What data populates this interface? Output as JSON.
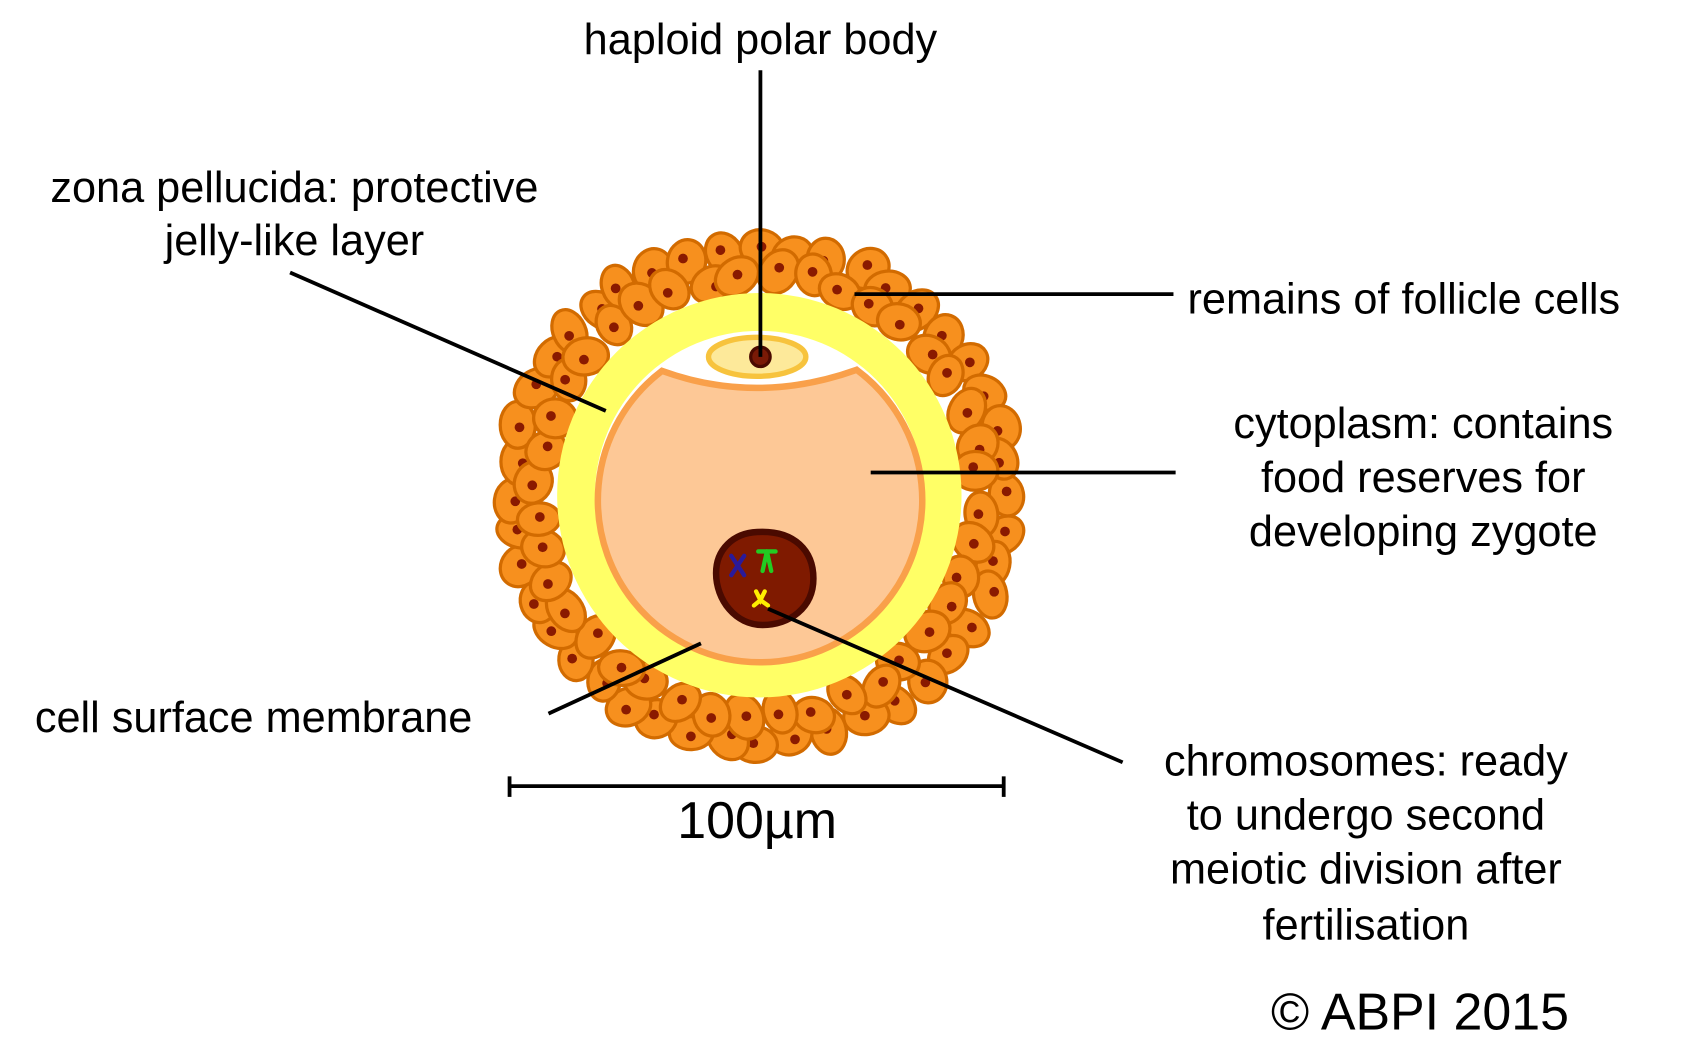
{
  "labels": {
    "polar_body": "haploid polar body",
    "zona_line1": "zona pellucida: protective",
    "zona_line2": "jelly-like layer",
    "follicle": "remains of follicle cells",
    "cytoplasm_line1": "cytoplasm: contains",
    "cytoplasm_line2": "food reserves for",
    "cytoplasm_line3": "developing zygote",
    "membrane": "cell surface membrane",
    "chromosomes_line1": "chromosomes: ready",
    "chromosomes_line2": "to undergo second",
    "chromosomes_line3": "meiotic division after",
    "chromosomes_line4": "fertilisation"
  },
  "scale_bar": {
    "label": "100µm"
  },
  "copyright": "© ABPI 2015",
  "colors": {
    "follicle_fill": "#f7901e",
    "follicle_stroke": "#d26b00",
    "follicle_nucleus": "#8a1a00",
    "zona": "#ffff66",
    "cytoplasm": "#fdc896",
    "membrane": "#f9a04a",
    "polar_body_fill": "#fde99a",
    "polar_body_stroke": "#f7c33d",
    "nucleus_fill": "#7f1a00",
    "nucleus_stroke": "#4a0a00",
    "chromosome_blue": "#2a1a9a",
    "chromosome_green": "#22cc22",
    "chromosome_yellow": "#ffee00"
  }
}
